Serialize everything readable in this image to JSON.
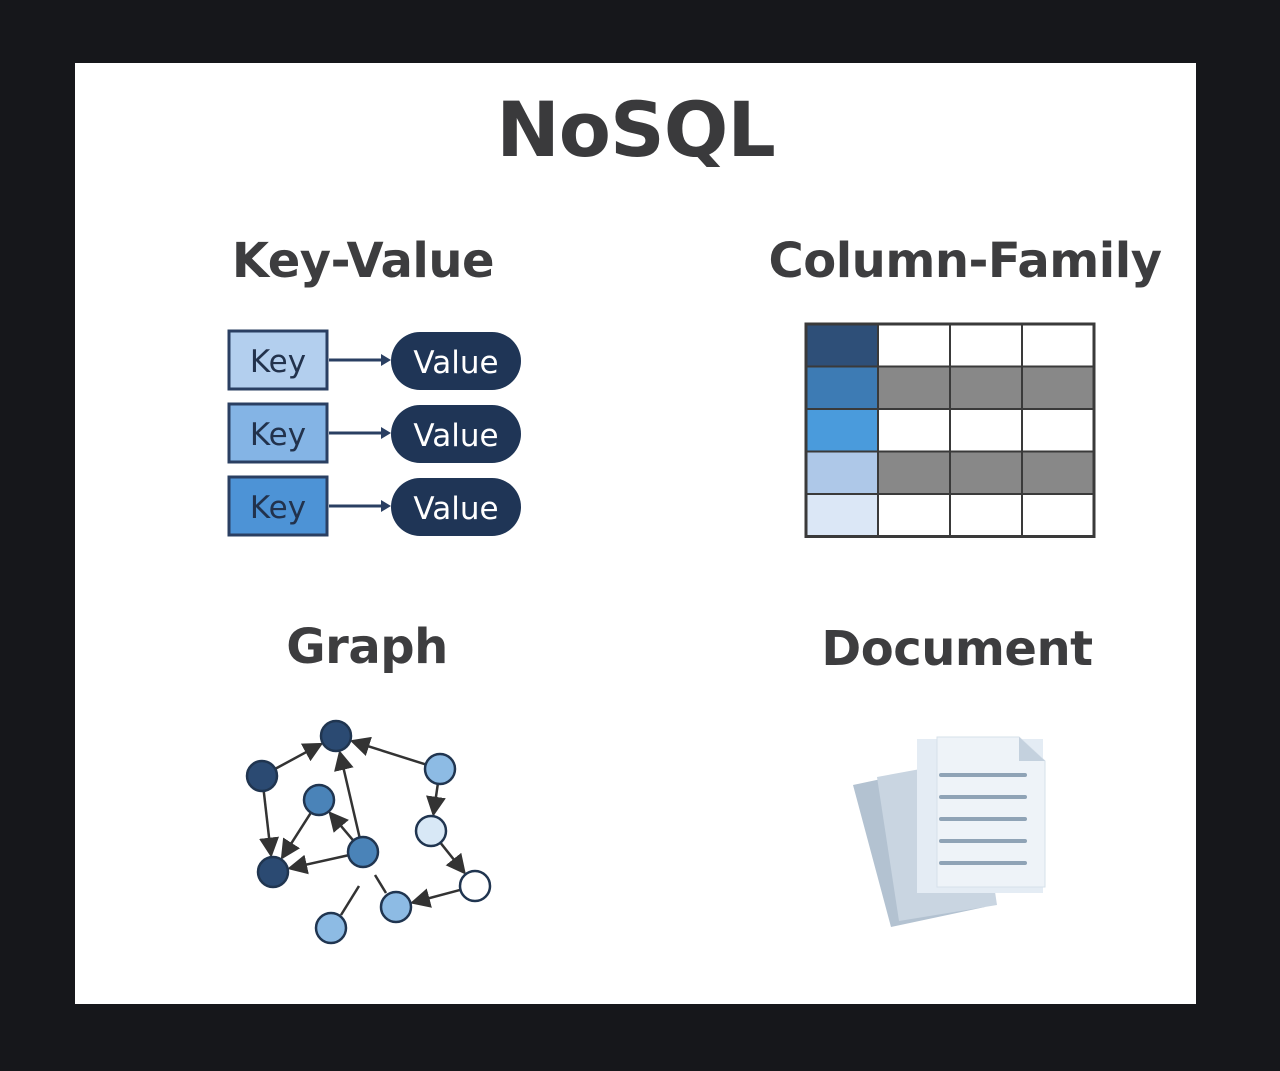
{
  "title": "NoSQL",
  "sections": {
    "key_value": {
      "title": "Key-Value",
      "rows": [
        {
          "key": "Key",
          "value": "Value",
          "key_color": "#b3cfee"
        },
        {
          "key": "Key",
          "value": "Value",
          "key_color": "#84b4e5"
        },
        {
          "key": "Key",
          "value": "Value",
          "key_color": "#4d93d6"
        }
      ]
    },
    "column_family": {
      "title": "Column-Family",
      "key_colors": [
        "#2e4f78",
        "#3d7bb4",
        "#4a9bdc",
        "#aec8e8",
        "#dbe7f6"
      ],
      "band_color": "#888888"
    },
    "graph": {
      "title": "Graph"
    },
    "document": {
      "title": "Document"
    }
  },
  "colors": {
    "background": "#16171b",
    "card": "#ffffff",
    "text": "#3a3a3c",
    "navy": "#1f3556",
    "border": "#2a3f62"
  }
}
